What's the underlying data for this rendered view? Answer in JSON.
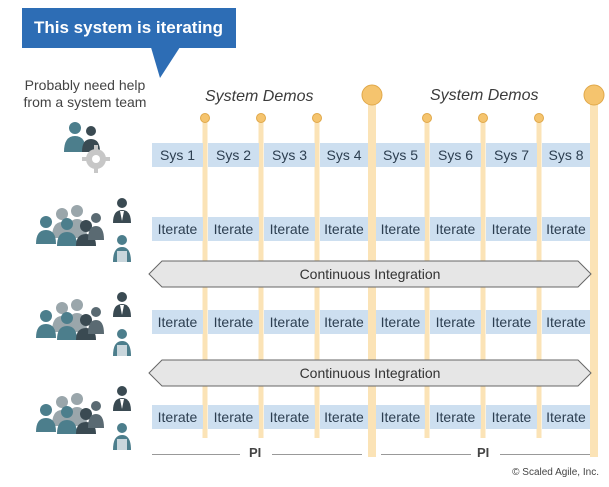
{
  "callout": {
    "text": "This system is iterating"
  },
  "note": {
    "line1": "Probably need help",
    "line2": "from a system team"
  },
  "demos": {
    "label_1": "System Demos",
    "label_2": "System Demos"
  },
  "sys_row": [
    "Sys 1",
    "Sys 2",
    "Sys 3",
    "Sys 4",
    "Sys 5",
    "Sys 6",
    "Sys 7",
    "Sys 8"
  ],
  "iterate_rows": [
    [
      "Iterate",
      "Iterate",
      "Iterate",
      "Iterate",
      "Iterate",
      "Iterate",
      "Iterate",
      "Iterate"
    ],
    [
      "Iterate",
      "Iterate",
      "Iterate",
      "Iterate",
      "Iterate",
      "Iterate",
      "Iterate",
      "Iterate"
    ],
    [
      "Iterate",
      "Iterate",
      "Iterate",
      "Iterate",
      "Iterate",
      "Iterate",
      "Iterate",
      "Iterate"
    ]
  ],
  "ci": {
    "label_1": "Continuous Integration",
    "label_2": "Continuous Integration"
  },
  "pi": {
    "label_1": "PI",
    "label_2": "PI"
  },
  "credit": "© Scaled Agile, Inc.",
  "colors": {
    "callout": "#2d6db5",
    "cell": "#cddff0",
    "timeline": "#fbe3b6",
    "marker": "#f5c46e",
    "ci_fill": "#e6e6e6",
    "team_dark": "#3a4a52",
    "team_teal": "#4c7e8c"
  }
}
